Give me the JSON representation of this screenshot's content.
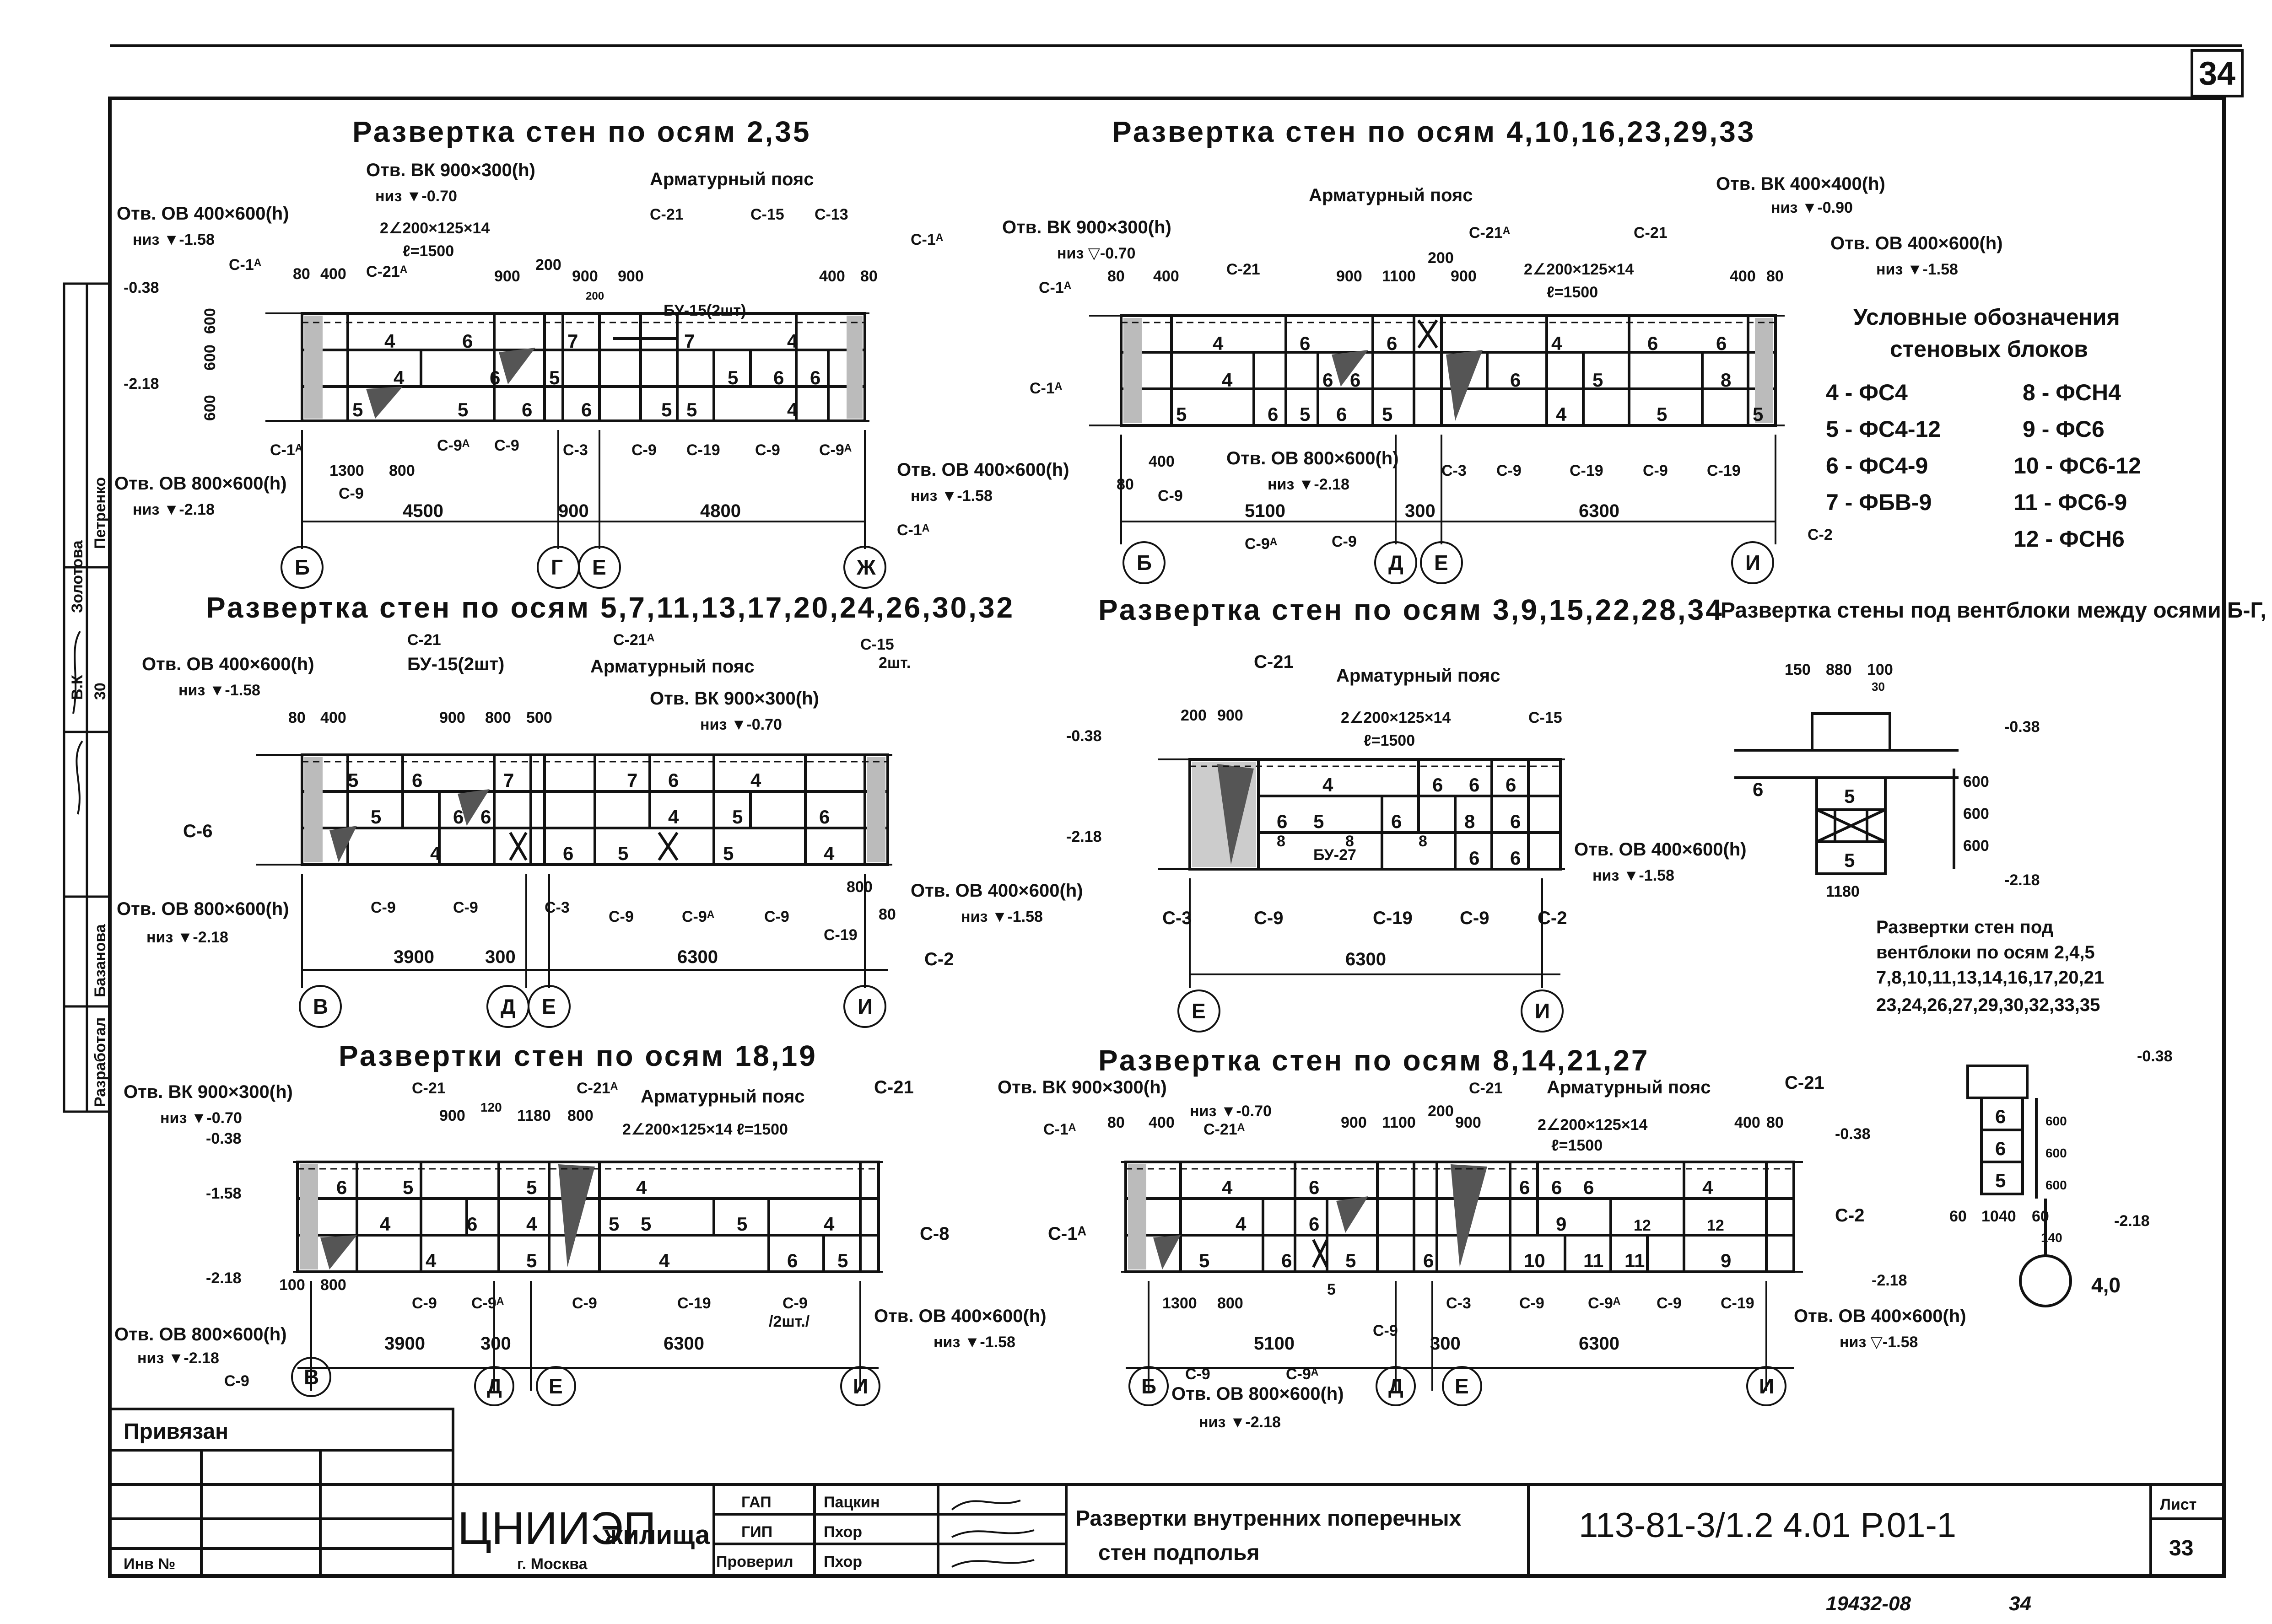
{
  "sheet_number": "34",
  "sheet_number_bottom": "34",
  "archive_code": "19432-08",
  "drawings": [
    {
      "title": "Развертка стен по осям 2,35",
      "axes": [
        "Б",
        "Г",
        "Е",
        "Ж"
      ],
      "dims": [
        "4500",
        "900",
        "4800"
      ],
      "callouts": [
        "Отв. ВК 900×300(h)",
        "низ ▼-0.70",
        "Арматурный пояс",
        "Отв. ОВ 400×600(h)",
        "низ ▼-1.58",
        "2∠200×125×14",
        "ℓ=1500",
        "БУ-15(2шт)",
        "Отв. ОВ 800×600(h)",
        "низ ▼-2.18",
        "Отв. ОВ 400×600(h)",
        "низ ▼-1.58"
      ],
      "blocks": [
        "4",
        "6",
        "5",
        "7",
        "7",
        "4",
        "4",
        "6",
        "5",
        "5",
        "6",
        "6",
        "5",
        "5",
        "6",
        "6",
        "5",
        "4"
      ],
      "tags": [
        "С-21",
        "С-15",
        "С-13",
        "С-1ᴬ",
        "С-1ᴬ",
        "С-21ᴬ",
        "С-1ᴬ",
        "С-9ᴬ",
        "С-9",
        "С-3",
        "С-9",
        "С-19",
        "С-9",
        "С-9ᴬ",
        "С-9",
        "С-1ᴬ"
      ],
      "levels": [
        "-0.38",
        "-2.18"
      ],
      "sizes": [
        "80",
        "400",
        "900",
        "200",
        "900",
        "900",
        "200",
        "400",
        "80",
        "600",
        "600",
        "600",
        "1300",
        "800"
      ]
    },
    {
      "title": "Развертка стен по осям 4,10,16,23,29,33",
      "axes": [
        "Б",
        "Д",
        "Е",
        "И"
      ],
      "dims": [
        "5100",
        "300",
        "6300"
      ],
      "callouts": [
        "Отв. ВК 900×300(h)",
        "низ ▽-0.70",
        "Арматурный пояс",
        "Отв. ВК 400×400(h)",
        "низ ▼-0.90",
        "Отв. ОВ 400×600(h)",
        "низ ▼-1.58",
        "2∠200×125×14",
        "ℓ=1500",
        "Отв. ОВ 800×600(h)",
        "низ ▼-2.18"
      ],
      "blocks": [
        "4",
        "6",
        "6",
        "4",
        "6",
        "6",
        "4",
        "6",
        "6",
        "5",
        "6",
        "5",
        "8",
        "5",
        "6",
        "6",
        "5",
        "4",
        "5",
        "5"
      ],
      "tags": [
        "С-21",
        "С-21ᴬ",
        "С-21",
        "С-1ᴬ",
        "С-1ᴬ",
        "С-9",
        "С-9ᴬ",
        "С-9",
        "С-3",
        "С-9",
        "С-19",
        "С-9",
        "С-19",
        "С-2"
      ],
      "sizes": [
        "80",
        "400",
        "900",
        "1100",
        "200",
        "900",
        "400",
        "80",
        "400",
        "80"
      ]
    },
    {
      "title": "Развертка стен по осям 5,7,11,13,17,20,24,26,30,32",
      "axes": [
        "В",
        "Д",
        "Е",
        "И"
      ],
      "dims": [
        "3900",
        "300",
        "6300"
      ],
      "callouts": [
        "Отв. ОВ 400×600(h)",
        "низ ▼-1.58",
        "БУ-15(2шт)",
        "Арматурный пояс",
        "Отв. ВК 900×300(h)",
        "низ ▼-0.70",
        "Отв. ОВ 800×600(h)",
        "низ ▼-2.18",
        "Отв. ОВ 400×600(h)",
        "низ ▼-1.58",
        "2шт."
      ],
      "blocks": [
        "5",
        "6",
        "7",
        "7",
        "6",
        "4",
        "5",
        "6",
        "6",
        "4",
        "5",
        "6",
        "4",
        "6",
        "5",
        "5",
        "4"
      ],
      "tags": [
        "С-21",
        "С-21ᴬ",
        "С-15",
        "С-6",
        "С-9",
        "С-9",
        "С-3",
        "С-9",
        "С-9ᴬ",
        "С-9",
        "С-19",
        "С-2"
      ],
      "sizes": [
        "80",
        "400",
        "900",
        "800",
        "500",
        "800",
        "80"
      ]
    },
    {
      "title": "Развертка стен по осям 3,9,15,22,28,34",
      "axes": [
        "Е",
        "И"
      ],
      "dims": [
        "6300"
      ],
      "callouts": [
        "Арматурный пояс",
        "2∠200×125×14",
        "ℓ=1500",
        "БУ-27",
        "Отв. ОВ 400×600(h)",
        "низ ▼-1.58"
      ],
      "blocks": [
        "4",
        "6",
        "6",
        "6",
        "6",
        "5",
        "6",
        "8",
        "6",
        "8",
        "8",
        "8",
        "6",
        "6"
      ],
      "tags": [
        "С-21",
        "С-15",
        "С-3",
        "С-9",
        "С-19",
        "С-9",
        "С-2"
      ],
      "levels": [
        "-0.38",
        "-2.18"
      ],
      "sizes": [
        "200",
        "900"
      ]
    },
    {
      "title": "Развертка стены под вентблоки между осями Б-Г, Д-Е",
      "callouts": [],
      "blocks": [
        "5",
        "5",
        "6"
      ],
      "levels": [
        "-0.38",
        "-2.18"
      ],
      "sizes": [
        "150",
        "880",
        "100",
        "30",
        "600",
        "600",
        "600",
        "1180"
      ]
    },
    {
      "title": "Развертки стен по осям 18,19",
      "axes": [
        "В",
        "Д",
        "Е",
        "И"
      ],
      "dims": [
        "3900",
        "300",
        "6300"
      ],
      "callouts": [
        "Отв. ВК 900×300(h)",
        "низ ▼-0.70",
        "Арматурный пояс",
        "2∠200×125×14 ℓ=1500",
        "Отв. ОВ 800×600(h)",
        "низ ▼-2.18",
        "Отв. ОВ 400×600(h)",
        "низ ▼-1.58",
        "/2шт./"
      ],
      "blocks": [
        "6",
        "5",
        "5",
        "4",
        "4",
        "4",
        "6",
        "5",
        "5",
        "5",
        "4",
        "5",
        "4",
        "4",
        "6",
        "5"
      ],
      "tags": [
        "С-21",
        "С-21ᴬ",
        "С-21",
        "С-8",
        "С-9",
        "С-9ᴬ",
        "С-9",
        "С-19",
        "С-9",
        "С-9"
      ],
      "levels": [
        "-0.38",
        "-1.58",
        "-2.18"
      ],
      "sizes": [
        "900",
        "120",
        "1180",
        "800",
        "100",
        "800"
      ]
    },
    {
      "title": "Развертка стен по осям 8,14,21,27",
      "axes": [
        "Б",
        "Д",
        "Е",
        "И"
      ],
      "dims": [
        "5100",
        "300",
        "6300"
      ],
      "callouts": [
        "Отв. ВК 900×300(h)",
        "низ ▼-0.70",
        "Арматурный пояс",
        "2∠200×125×14",
        "ℓ=1500",
        "Отв. ОВ 800×600(h)",
        "низ ▼-2.18",
        "Отв. ОВ 400×600(h)",
        "низ ▽-1.58"
      ],
      "blocks": [
        "4",
        "6",
        "6",
        "6",
        "6",
        "4",
        "4",
        "6",
        "9",
        "12",
        "12",
        "5",
        "6",
        "5",
        "6",
        "10",
        "11",
        "11",
        "9",
        "5"
      ],
      "tags": [
        "С-1ᴬ",
        "С-21ᴬ",
        "С-21",
        "С-21",
        "С-2",
        "С-1ᴬ",
        "С-9",
        "С-9ᴬ",
        "С-9",
        "С-3",
        "С-9",
        "С-9ᴬ",
        "С-9",
        "С-19"
      ],
      "levels": [
        "-0.38",
        "-2.18"
      ],
      "sizes": [
        "80",
        "400",
        "900",
        "1100",
        "200",
        "900",
        "400",
        "80",
        "1300",
        "800"
      ]
    }
  ],
  "legend": {
    "title_line1": "Условные обозначения",
    "title_line2": "стеновых блоков",
    "items": [
      "4 - ФС4",
      "5 - ФС4-12",
      "6 - ФС4-9",
      "7 - ФБВ-9",
      "8 - ФСН4",
      "9 - ФС6",
      "10 - ФС6-12",
      "11 - ФС6-9",
      "12 - ФСН6"
    ]
  },
  "vent_note": {
    "lines": [
      "Развертки стен под",
      "вентблоки по осям 2,4,5",
      "7,8,10,11,13,14,16,17,20,21",
      "23,24,26,27,29,30,32,33,35"
    ],
    "blocks": [
      "6",
      "6",
      "5"
    ],
    "levels": [
      "-0.38",
      "-2.18"
    ],
    "sizes": [
      "600",
      "600",
      "600",
      "60",
      "1040",
      "60",
      "140"
    ],
    "axis": "4,0"
  },
  "side_stamp": {
    "lines": [
      "В.К",
      "30",
      "Золотова",
      "Петренко",
      "Базанова",
      "Разработал"
    ]
  },
  "title_block": {
    "privyazan": "Привязан",
    "inv": "Инв №",
    "org_line1": "ЦНИИЭП",
    "org_line1b": "жилища",
    "org_line2": "г. Москва",
    "roles": [
      "ГАП",
      "ГИП",
      "Проверил"
    ],
    "names": [
      "Пацкин",
      "Пхор",
      "Пхор"
    ],
    "description_line1": "Развертки внутренних поперечных",
    "description_line2": "стен подполья",
    "code": "113-81-3/1.2   4.01   Р.01-1",
    "sheet_label": "Лист",
    "sheet_value": "33"
  }
}
